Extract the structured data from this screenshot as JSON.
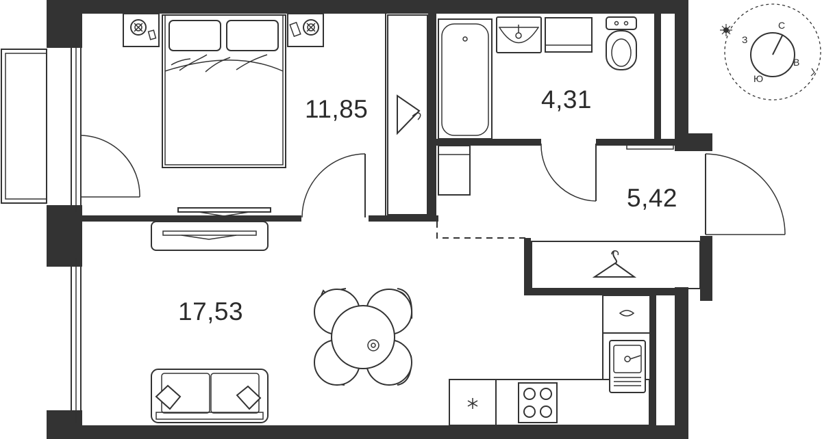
{
  "rooms": [
    {
      "id": "bedroom",
      "area": "11,85"
    },
    {
      "id": "bathroom",
      "area": "4,31"
    },
    {
      "id": "hallway",
      "area": "5,42"
    },
    {
      "id": "living-kitchen",
      "area": "17,53"
    }
  ],
  "compass": {
    "north": "С",
    "east": "В",
    "south": "Ю",
    "west": "З"
  },
  "colors": {
    "wall": "#333333",
    "background": "#ffffff",
    "line": "#333333"
  }
}
